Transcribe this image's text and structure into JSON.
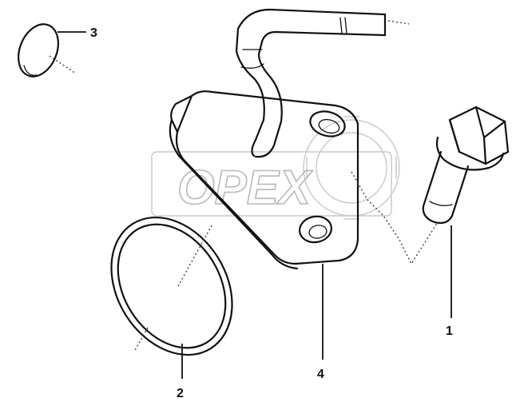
{
  "watermark": {
    "text": "OPEX"
  },
  "callouts": [
    {
      "id": "1",
      "part": "bolt"
    },
    {
      "id": "2",
      "part": "sealing-ring"
    },
    {
      "id": "3",
      "part": "plug-cap"
    },
    {
      "id": "4",
      "part": "flange-pipe"
    }
  ]
}
